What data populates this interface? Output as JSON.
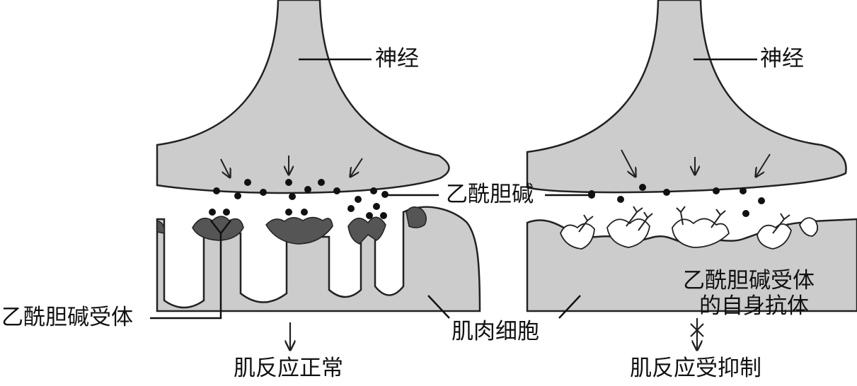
{
  "labels": {
    "nerve_left": "神经",
    "nerve_right": "神经",
    "acetylcholine": "乙酰胆碱",
    "receptor_left": "乙酰胆碱受体",
    "muscle_cell": "肌肉细胞",
    "autoantibody_line1": "乙酰胆碱受体",
    "autoantibody_line2": "的自身抗体",
    "response_normal": "肌反应正常",
    "response_inhibited": "肌反应受抑制"
  },
  "colors": {
    "tissue_fill": "#cccccc",
    "receptor_fill": "#555555",
    "ink": "#111111"
  }
}
